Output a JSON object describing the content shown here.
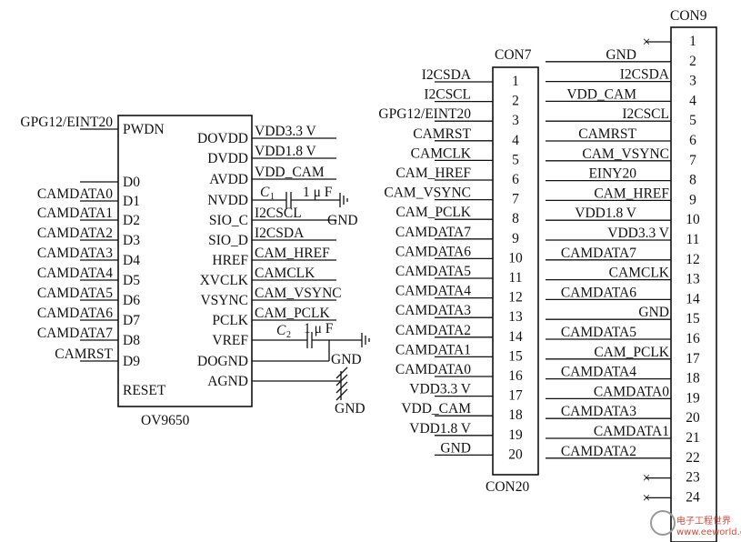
{
  "ic": {
    "name": "OV9650",
    "left_pins": [
      "PWDN",
      "D0",
      "D1",
      "D2",
      "D3",
      "D4",
      "D5",
      "D6",
      "D7",
      "D8",
      "D9",
      "RESET"
    ],
    "right_pins": [
      "DOVDD",
      "DVDD",
      "AVDD",
      "NVDD",
      "SIO_C",
      "SIO_D",
      "HREF",
      "XVCLK",
      "VSYNC",
      "PCLK",
      "VREF",
      "DOGND",
      "AGND"
    ],
    "left_nets": [
      "GPG12/EINT20",
      "",
      "CAMDATA0",
      "CAMDATA1",
      "CAMDATA2",
      "CAMDATA3",
      "CAMDATA4",
      "CAMDATA5",
      "CAMDATA6",
      "CAMDATA7",
      "CAMRST"
    ],
    "right_nets": [
      "VDD3.3 V",
      "VDD1.8 V",
      "VDD_CAM",
      "",
      "I2CSCL",
      "I2CSDA",
      "CAM_HREF",
      "CAMCLK",
      "CAM_VSYNC",
      "CAM_PCLK"
    ]
  },
  "caps": {
    "c1": {
      "letter": "C",
      "sub": "1",
      "value": "1 μ F"
    },
    "c2": {
      "letter": "C",
      "sub": "2",
      "value": "1 μ F"
    },
    "gnd_label": "GND"
  },
  "con7": {
    "title": "CON7",
    "footer": "CON20",
    "pins": [
      "1",
      "2",
      "3",
      "4",
      "5",
      "6",
      "7",
      "8",
      "9",
      "10",
      "11",
      "12",
      "13",
      "14",
      "15",
      "16",
      "17",
      "18",
      "19",
      "20"
    ],
    "nets": [
      "I2CSDA",
      "I2CSCL",
      "GPG12/EINT20",
      "CAMRST",
      "CAMCLK",
      "CAM_HREF",
      "CAM_VSYNC",
      "CAM_PCLK",
      "CAMDATA7",
      "CAMDATA6",
      "CAMDATA5",
      "CAMDATA4",
      "CAMDATA3",
      "CAMDATA2",
      "CAMDATA1",
      "CAMDATA0",
      "VDD3.3 V",
      "VDD_CAM",
      "VDD1.8 V",
      "GND"
    ]
  },
  "con9": {
    "title": "CON9",
    "pins": [
      "1",
      "2",
      "3",
      "4",
      "5",
      "6",
      "7",
      "8",
      "9",
      "10",
      "11",
      "12",
      "13",
      "14",
      "15",
      "16",
      "17",
      "18",
      "19",
      "20",
      "21",
      "22",
      "23",
      "24"
    ],
    "nets": [
      "",
      "GND",
      "I2CSDA",
      "VDD_CAM",
      "I2CSCL",
      "CAMRST",
      "CAM_VSYNC",
      "EINY20",
      "CAM_HREF",
      "VDD1.8 V",
      "VDD3.3 V",
      "CAMDATA7",
      "CAMCLK",
      "CAMDATA6",
      "GND",
      "CAMDATA5",
      "CAM_PCLK",
      "CAMDATA4",
      "CAMDATA0",
      "CAMDATA3",
      "CAMDATA1",
      "CAMDATA2",
      "",
      ""
    ],
    "nc_mark": "×"
  },
  "watermark": {
    "text": "电子工程世界",
    "sub": "www.eeworld.com.cn"
  }
}
